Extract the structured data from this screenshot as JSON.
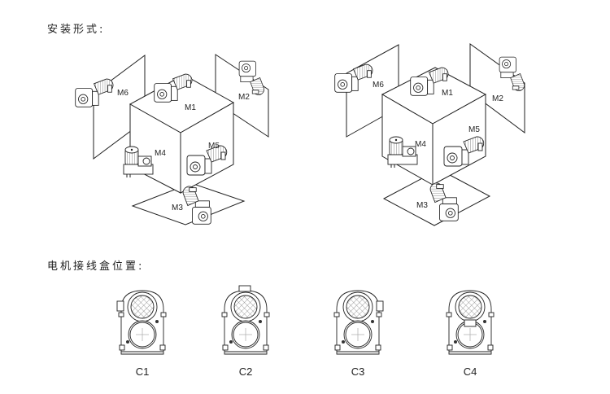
{
  "headings": {
    "mounting": "安装形式:",
    "terminal_box": "电机接线盒位置:"
  },
  "mounting_diagrams": [
    {
      "name": "left",
      "positions": [
        "M1",
        "M2",
        "M3",
        "M4",
        "M5",
        "M6"
      ]
    },
    {
      "name": "right",
      "positions": [
        "M1",
        "M2",
        "M3",
        "M4",
        "M5",
        "M6"
      ]
    }
  ],
  "terminal_box_positions": [
    "C1",
    "C2",
    "C3",
    "C4"
  ],
  "colors": {
    "line": "#222222",
    "background": "#ffffff"
  }
}
